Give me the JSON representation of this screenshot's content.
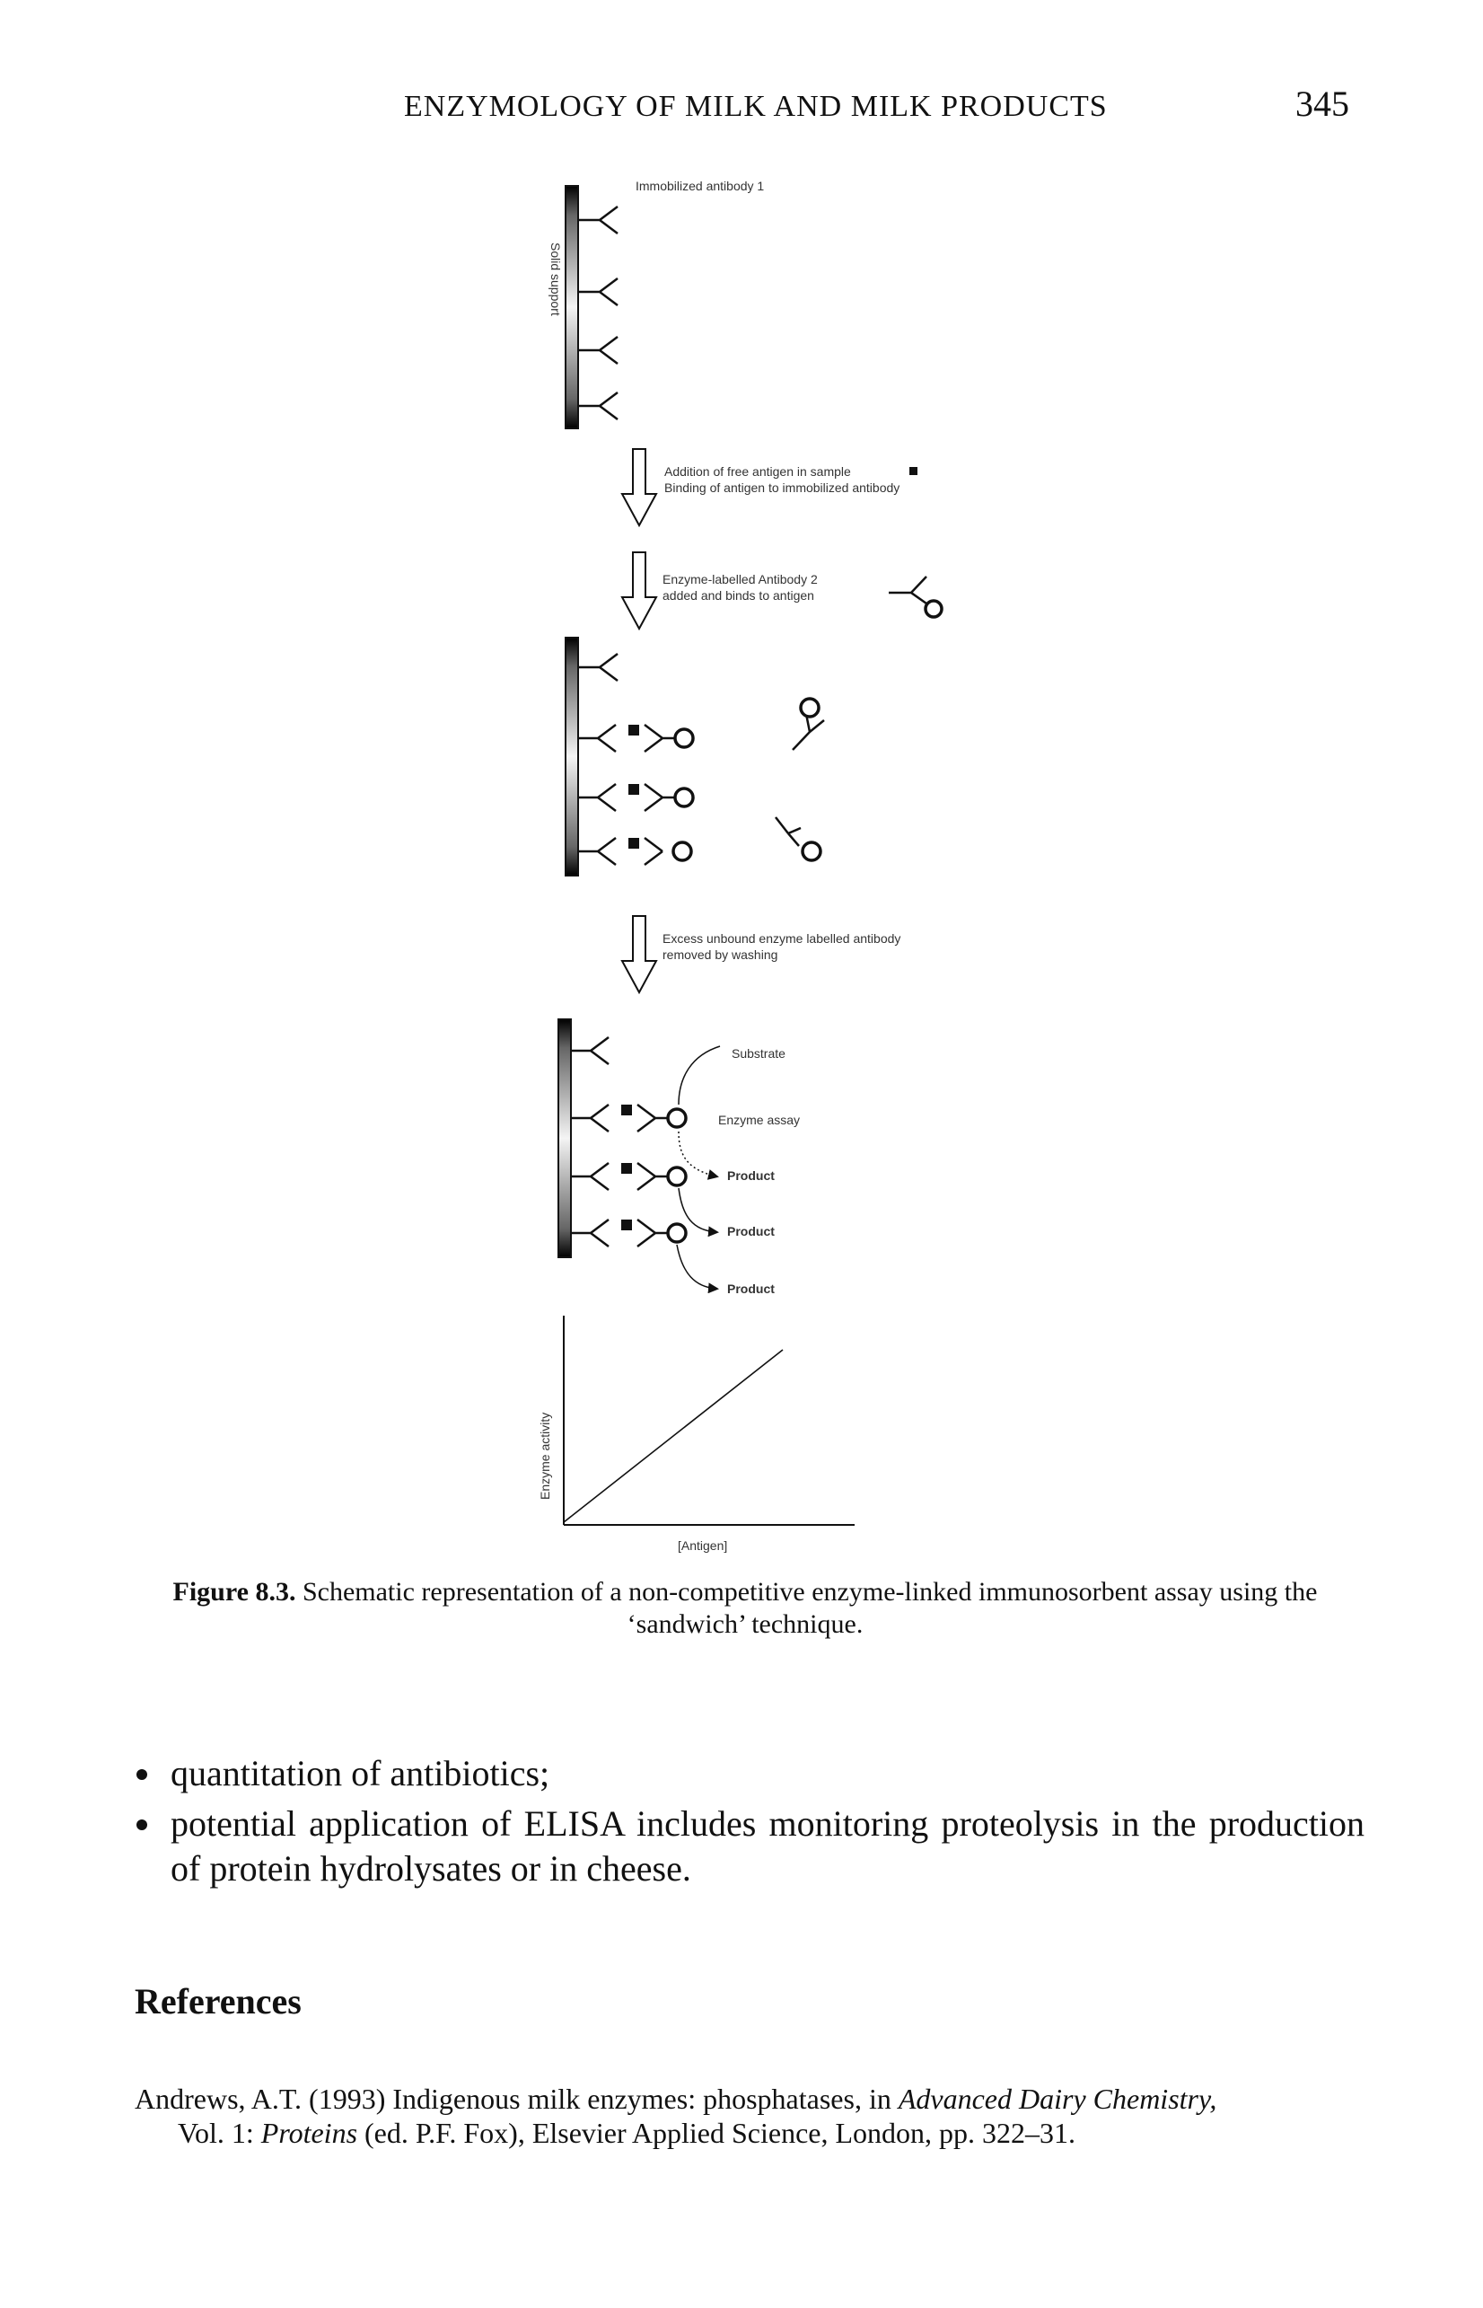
{
  "header": {
    "running_title": "ENZYMOLOGY OF MILK AND MILK PRODUCTS",
    "page_number": "345"
  },
  "figure": {
    "solid_support_label": "Solid support",
    "immobilized_antibody_label": "Immobilized antibody 1",
    "step1_line1": "Addition of free antigen in sample",
    "step1_line2": "Binding of antigen to immobilized antibody",
    "step2_line1": "Enzyme-labelled Antibody 2",
    "step2_line2": "added and binds to antigen",
    "step3_line1": "Excess unbound enzyme labelled antibody",
    "step3_line2": "removed by washing",
    "substrate_label": "Substrate",
    "enzyme_assay_label": "Enzyme assay",
    "product_labels": [
      "Product",
      "Product",
      "Product"
    ],
    "graph_x_label": "[Antigen]",
    "graph_y_label": "Enzyme activity"
  },
  "caption": {
    "label": "Figure 8.3.",
    "text": "Schematic representation of a non-competitive enzyme-linked immunosorbent assay using the ‘sandwich’ technique."
  },
  "bullets": [
    "quantitation of antibiotics;",
    "potential application of ELISA includes monitoring proteolysis in the production of protein hydrolysates or in cheese."
  ],
  "references": {
    "heading": "References",
    "items": [
      {
        "line1_plain": "Andrews, A.T. (1993) Indigenous milk enzymes: phosphatases, in ",
        "line1_italic": "Advanced Dairy Chemistry,",
        "line2_plain_a": "Vol. 1: ",
        "line2_italic": "Proteins",
        "line2_plain_b": " (ed. P.F. Fox), Elsevier Applied Science, London, pp. 322–31."
      }
    ]
  }
}
